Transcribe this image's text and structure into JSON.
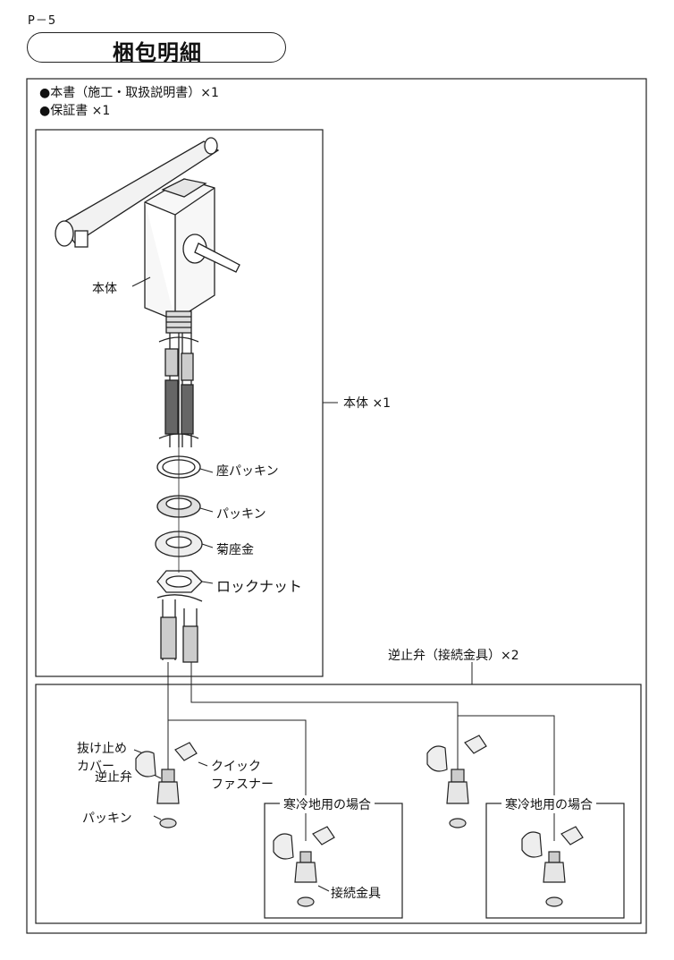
{
  "page_label": "P－5",
  "title": "梱包明細",
  "items": [
    "●本書（施工・取扱説明書）×1",
    "●保証書 ×1"
  ],
  "parts": {
    "body": "本体",
    "body_count": "本体 ×1",
    "seat_packing": "座パッキン",
    "packing": "パッキン",
    "chrysanthemum_washer": "菊座金",
    "lock_nut": "ロックナット",
    "check_valve_group": "逆止弁（接続金具）×2",
    "slip_cover_line1": "抜け止め",
    "slip_cover_line2": "カバー",
    "quick_fastener_line1": "クイック",
    "quick_fastener_line2": "ファスナー",
    "check_valve": "逆止弁",
    "packing_small": "パッキン",
    "cold_region_1": "寒冷地用の場合",
    "cold_region_2": "寒冷地用の場合",
    "fitting": "接続金具"
  }
}
